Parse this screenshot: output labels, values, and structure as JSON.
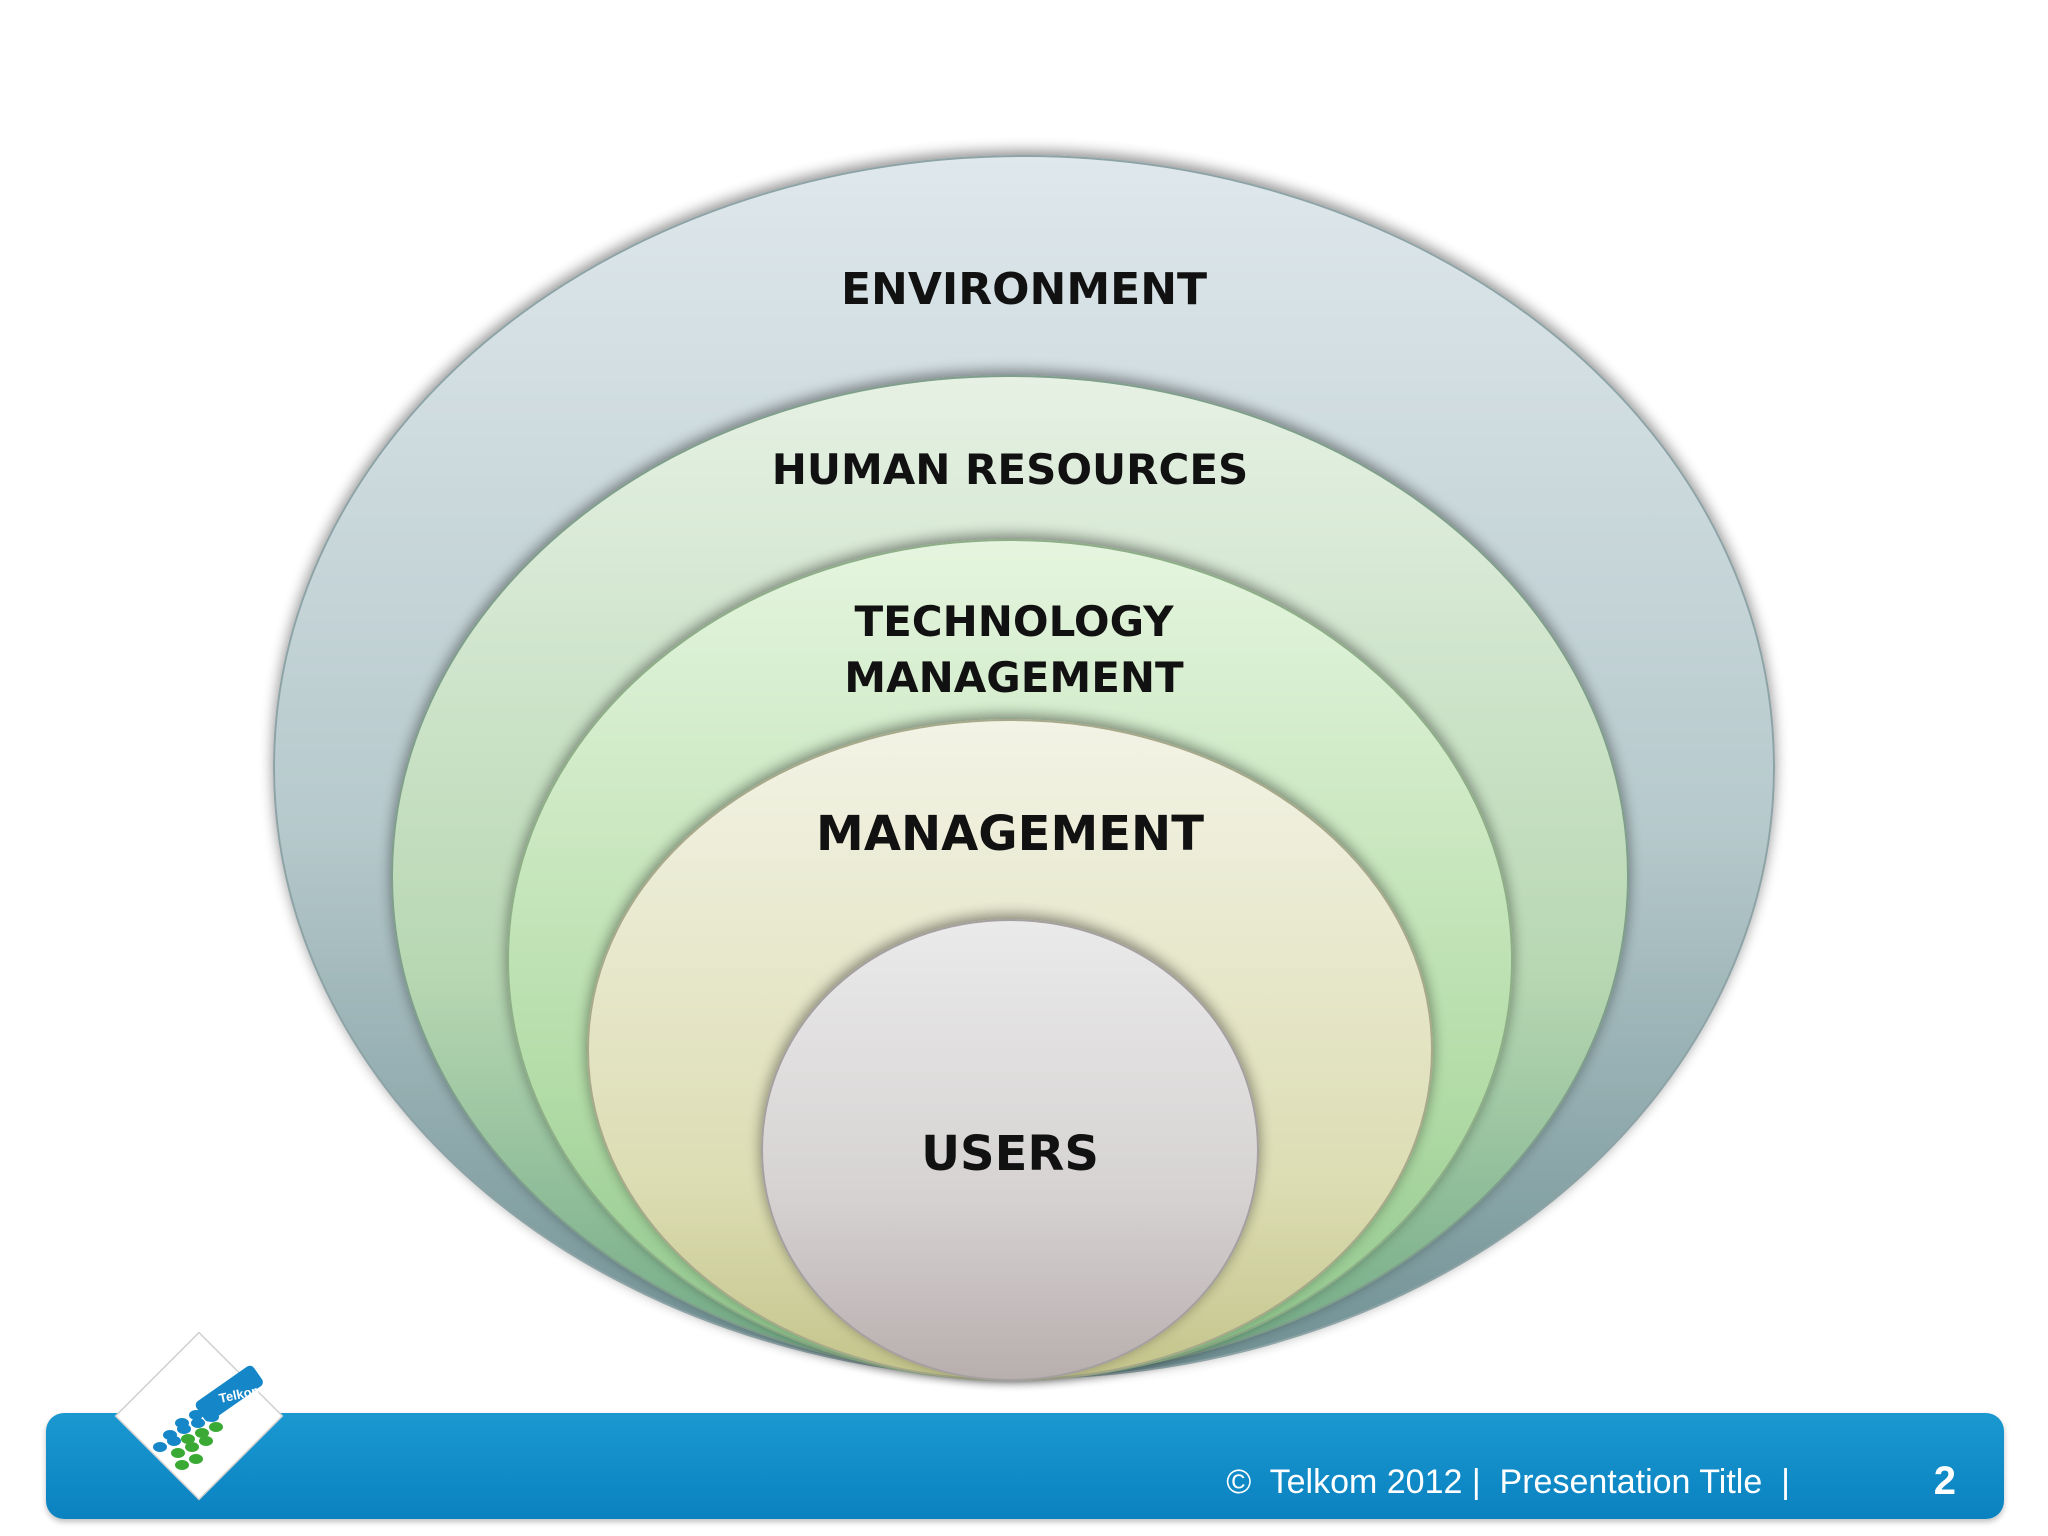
{
  "diagram": {
    "layers": [
      {
        "id": "environment",
        "label_lines": [
          "ENVIRONMENT"
        ]
      },
      {
        "id": "human-resources",
        "label_lines": [
          "HUMAN RESOURCES"
        ]
      },
      {
        "id": "technology-management",
        "label_lines": [
          "TECHNOLOGY",
          "MANAGEMENT"
        ]
      },
      {
        "id": "management",
        "label_lines": [
          "MANAGEMENT"
        ]
      },
      {
        "id": "users",
        "label_lines": [
          "USERS"
        ]
      }
    ],
    "colors": {
      "environment": [
        "#dfe8ec",
        "#6f9093"
      ],
      "human-resources": [
        "#e6f1e4",
        "#6fa884"
      ],
      "technology-management": [
        "#e5f5df",
        "#8cc48a"
      ],
      "management": [
        "#f3f3e6",
        "#c3c48a"
      ],
      "users": [
        "#eaeaea",
        "#b8aeae"
      ]
    }
  },
  "footer": {
    "copyright_text": "©  Telkom 2012 |  Presentation Title  |",
    "page_number": "2",
    "bar_color": "#0f8cc8"
  },
  "logo": {
    "text": "Telkom",
    "icon": "telkom-logo-icon",
    "colors": [
      "#1587c8",
      "#3aaa35"
    ]
  }
}
